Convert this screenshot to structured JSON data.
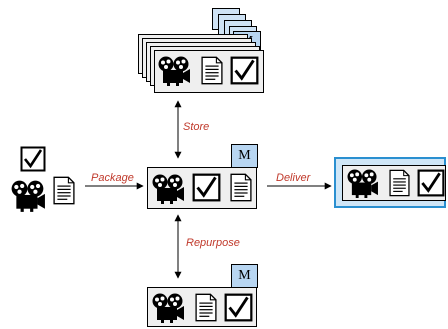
{
  "metadata_tab_letter": "M",
  "labels": {
    "package": "Package",
    "store": "Store",
    "deliver": "Deliver",
    "repurpose": "Repurpose"
  },
  "colors": {
    "label": "#c0392b",
    "metadata_tab": "#b8d6f2",
    "deliver_frame": "#2a8fd0",
    "package_fill": "#efefef"
  },
  "icons": [
    "film-camera-icon",
    "document-icon",
    "checkbox-check-icon"
  ]
}
